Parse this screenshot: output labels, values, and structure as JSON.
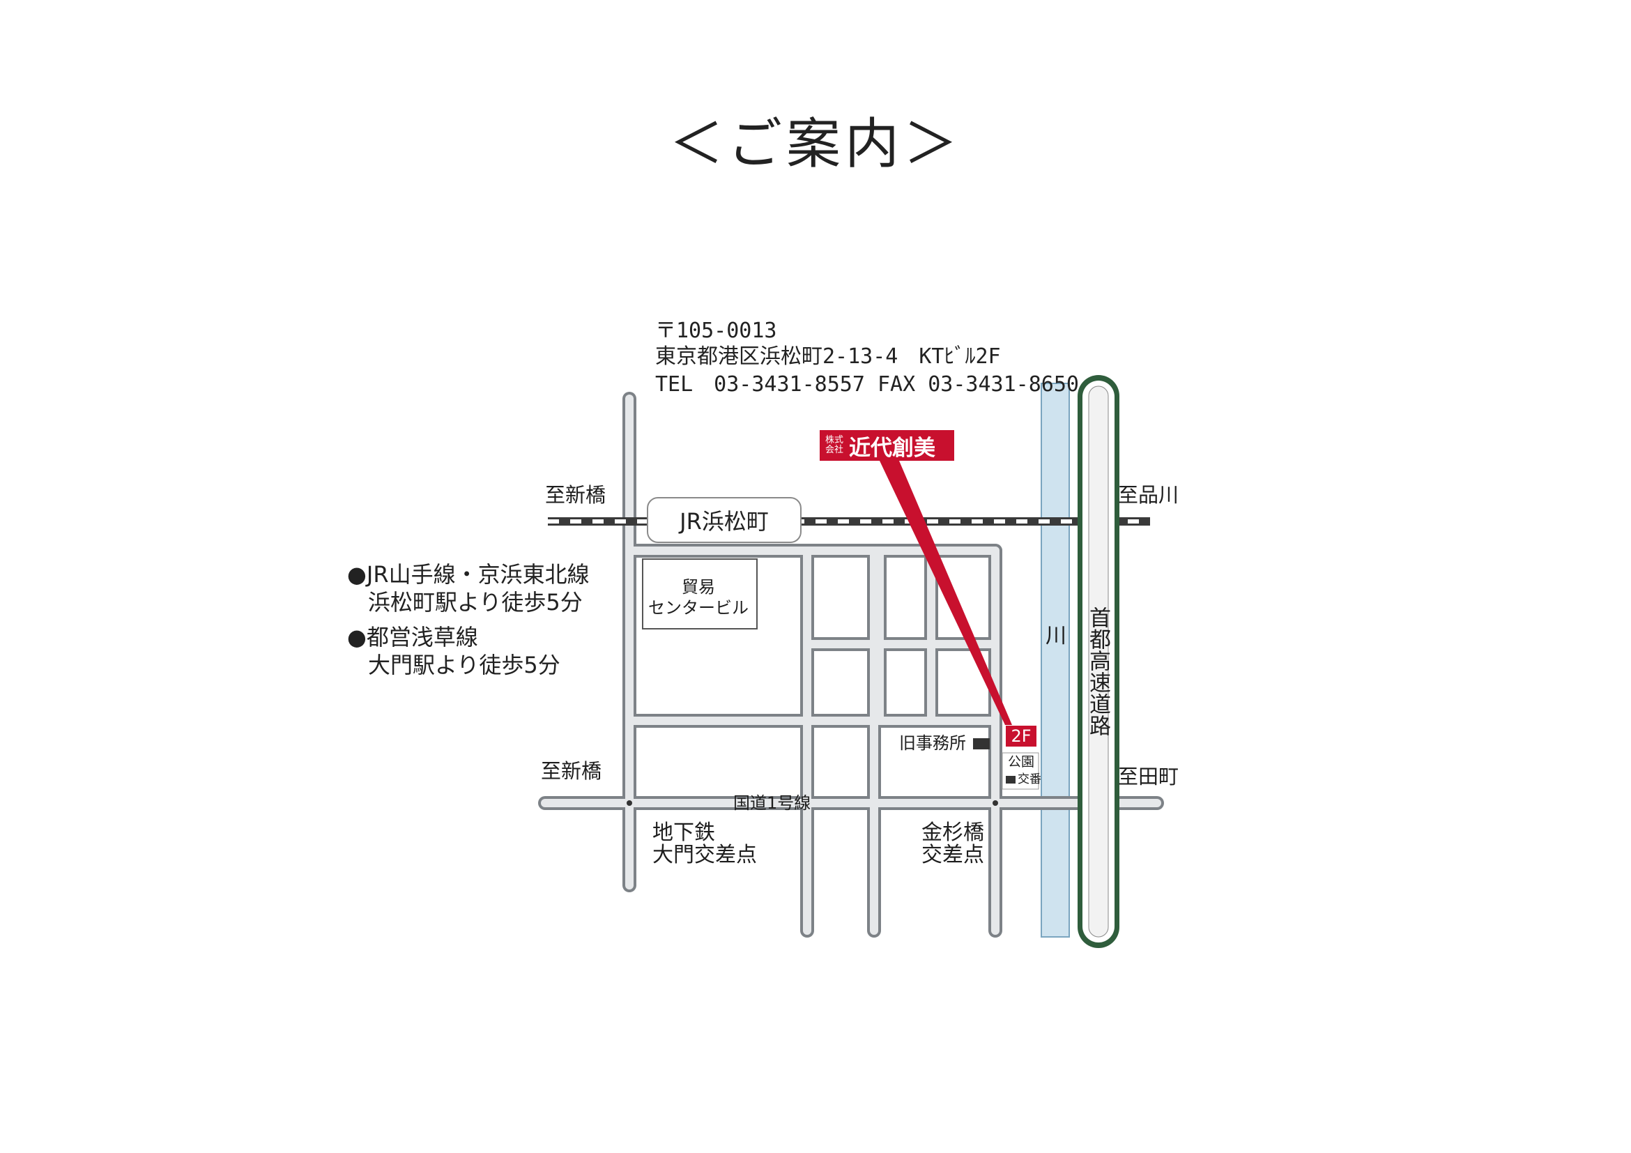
{
  "title": "＜ご案内＞",
  "address": {
    "postal": "〒105-0013",
    "street": "東京都港区浜松町2-13-4　KTﾋﾞﾙ2F",
    "phone": "TEL　03-3431-8557 FAX 03-3431-8650"
  },
  "company": {
    "prefix_top": "株式",
    "prefix_bottom": "会社",
    "name": "近代創美",
    "floor": "2F"
  },
  "station_label": "JR浜松町",
  "access": [
    {
      "line1": "●JR山手線・京浜東北線",
      "line2": "浜松町駅より徒歩5分"
    },
    {
      "line1": "●都営浅草線",
      "line2": "大門駅より徒歩5分"
    }
  ],
  "directions": {
    "to_shinbashi_top": "至新橋",
    "to_shinagawa": "至品川",
    "to_shinbashi_bottom": "至新橋",
    "to_tamachi": "至田町"
  },
  "places": {
    "trade_center_line1": "貿易",
    "trade_center_line2": "センタービル",
    "old_office": "旧事務所",
    "park": "公園",
    "koban": "交番",
    "route1": "国道1号線",
    "daimon_line1": "地下鉄",
    "daimon_line2": "大門交差点",
    "kanasugi_line1": "金杉橋",
    "kanasugi_line2": "交差点",
    "river": "川",
    "expressway": "首都高速道路"
  },
  "colors": {
    "road_fill": "#e6e8ea",
    "road_outline": "#7d8287",
    "river": "#cfe3ef",
    "expressway_edge": "#2f5d3c",
    "accent_red": "#c8102e",
    "rail": "#3a3a3a"
  }
}
